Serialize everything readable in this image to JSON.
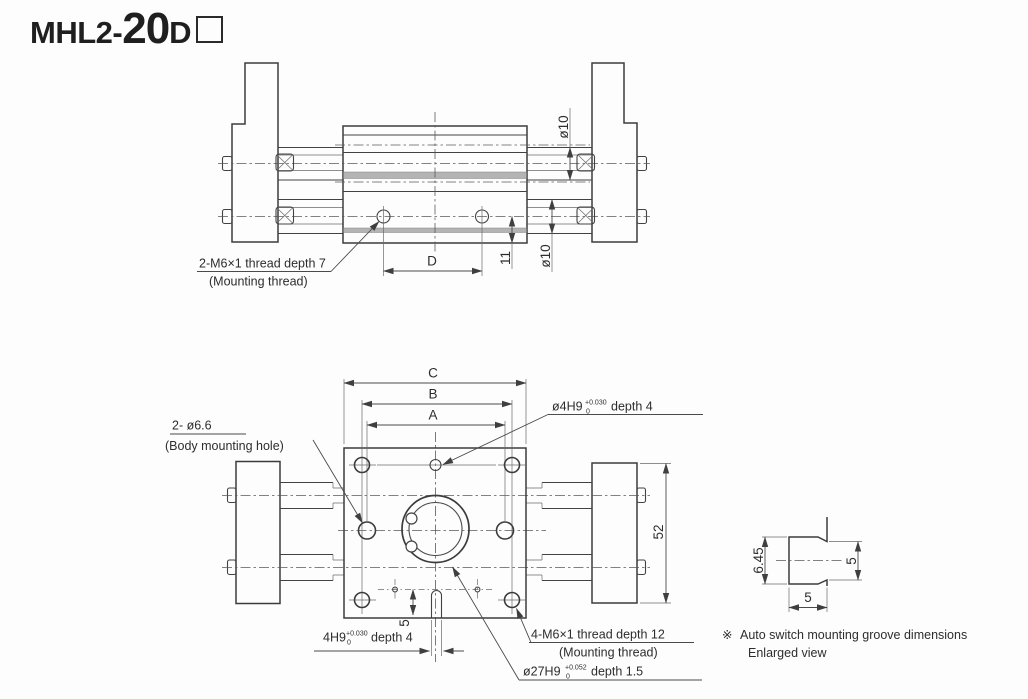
{
  "title": {
    "series": "MHL2-",
    "bore": "20",
    "type": "D"
  },
  "top_view": {
    "thread_label": "2-M6×1 thread depth 7",
    "thread_sublabel": "(Mounting thread)",
    "dim_d": "D",
    "dim_11": "11",
    "dia_upper": "ø10",
    "dia_lower": "ø10"
  },
  "bottom_view": {
    "dim_a": "A",
    "dim_b": "B",
    "dim_c": "C",
    "dim_52": "52",
    "dim_5": "5",
    "body_hole_label": "2- ø6.6",
    "body_hole_sublabel": "(Body mounting hole)",
    "pin_hole": {
      "pre": "ø4H9",
      "sup": "+0.030",
      "sub": "0",
      "post": "depth 4"
    },
    "groove_hole": {
      "pre": "4H9",
      "sup": "+0.030",
      "sub": "0",
      "post": "depth 4"
    },
    "mount_thread_label": "4-M6×1 thread depth 12",
    "mount_thread_sublabel": "(Mounting thread)",
    "bore_hole": {
      "pre": "ø27H9",
      "sup": "+0.052",
      "sub": "0",
      "post": "depth 1.5"
    }
  },
  "enlarged_view": {
    "dim_645": "6.45",
    "dim_5_right": "5",
    "dim_5_bottom": "5",
    "note_mark": "※",
    "note_line1": "Auto switch mounting groove dimensions",
    "note_line2": "Enlarged view"
  }
}
